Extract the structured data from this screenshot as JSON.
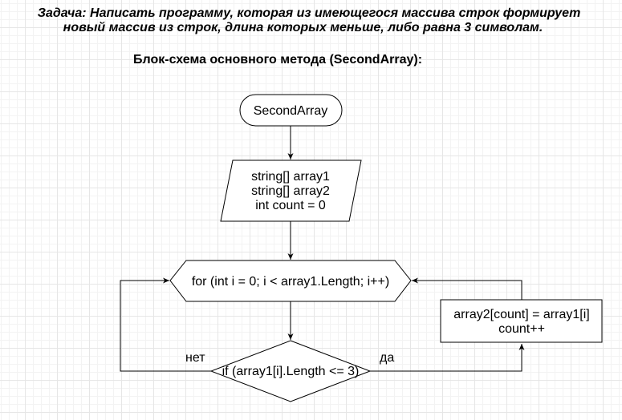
{
  "task": {
    "line1": "Задача: Написать программу, которая из имеющегося массива строк формирует",
    "line2": "новый массив из строк, длина которых меньше, либо равна 3 символам."
  },
  "heading": "Блок-схема основного метода (SecondArray):",
  "flowchart": {
    "start": "SecondArray",
    "declarations": [
      "string[] array1",
      "string[] array2",
      "int count = 0"
    ],
    "loop": "for (int i = 0; i < array1.Length; i++)",
    "condition": "if (array1[i].Length <= 3)",
    "action": [
      "array2[count] = array1[i]",
      "count++"
    ],
    "no_label": "нет",
    "yes_label": "да"
  }
}
